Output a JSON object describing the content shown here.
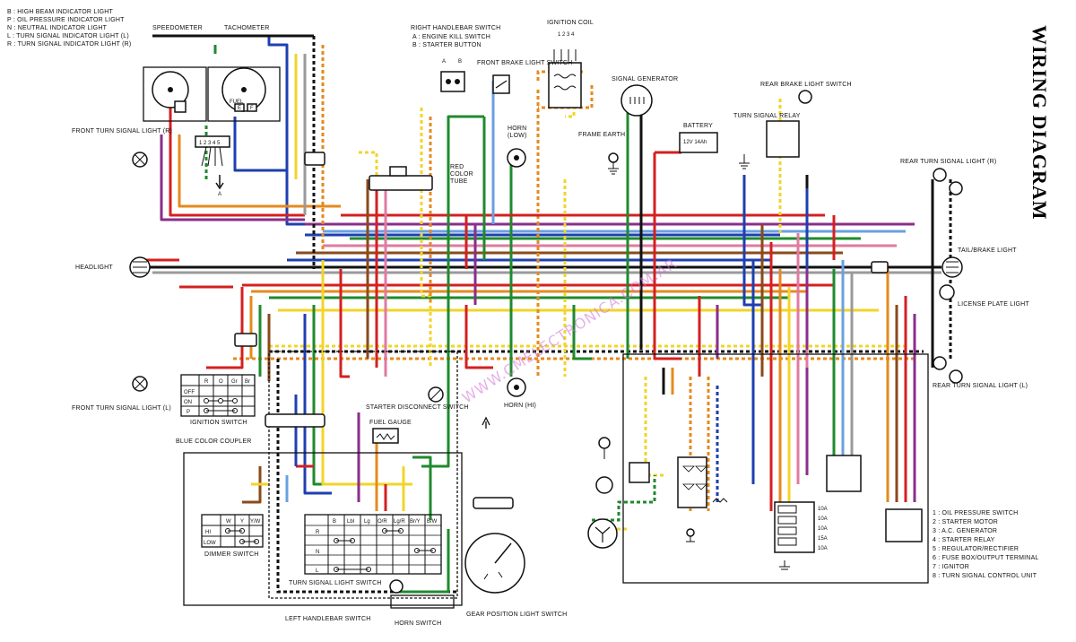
{
  "title": "WIRING DIAGRAM",
  "watermark": "WWW.CMELECTRONICA.COM.AR",
  "legend_top": [
    "B : HIGH BEAM INDICATOR LIGHT",
    "P : OIL PRESSURE INDICATOR LIGHT",
    "N : NEUTRAL INDICATOR LIGHT",
    "L : TURN SIGNAL INDICATOR LIGHT (L)",
    "R : TURN SIGNAL INDICATOR LIGHT (R)"
  ],
  "handlebar_legend": [
    "A : ENGINE KILL SWITCH",
    "B : STARTER BUTTON"
  ],
  "legend_bottom": [
    "1 : OIL PRESSURE SWITCH",
    "2 : STARTER MOTOR",
    "3 : A.C. GENERATOR",
    "4 : STARTER RELAY",
    "5 : REGULATOR/RECTIFIER",
    "6 : FUSE BOX/OUTPUT TERMINAL",
    "7 : IGNITOR",
    "8 : TURN SIGNAL CONTROL UNIT"
  ],
  "labels": {
    "speedometer": "SPEEDOMETER",
    "tachometer": "TACHOMETER",
    "right_handlebar_switch": "RIGHT HANDLEBAR SWITCH",
    "ignition_coil": "IGNITION COIL",
    "coil_pins": "1 2 3 4",
    "front_brake_light_switch": "FRONT BRAKE LIGHT SWITCH",
    "signal_generator": "SIGNAL GENERATOR",
    "rear_brake_light_switch": "REAR BRAKE LIGHT SWITCH",
    "turn_signal_relay": "TURN SIGNAL RELAY",
    "battery": "BATTERY",
    "battery_rating": "12V 14Ah",
    "frame_earth": "FRAME EARTH",
    "horn_low": "HORN",
    "horn_low_sub": "(LOW)",
    "red_color_tube": "RED",
    "red_color_tube_2": "COLOR",
    "red_color_tube_3": "TUBE",
    "front_turn_r": "FRONT TURN SIGNAL LIGHT (R)",
    "front_turn_l": "FRONT TURN SIGNAL LIGHT (L)",
    "rear_turn_r": "REAR TURN SIGNAL LIGHT (R)",
    "rear_turn_l": "REAR TURN SIGNAL LIGHT (L)",
    "headlight": "HEADLIGHT",
    "tail_brake_light": "TAIL/BRAKE LIGHT",
    "license_plate_light": "LICENSE PLATE LIGHT",
    "ignition_switch": "IGNITION SWITCH",
    "blue_color_coupler": "BLUE COLOR COUPLER",
    "starter_disconnect_switch": "STARTER DISCONNECT SWITCH",
    "fuel_gauge": "FUEL GAUGE",
    "horn_hi": "HORN (HI)",
    "dimmer_switch": "DIMMER SWITCH",
    "turn_signal_light_switch": "TURN SIGNAL LIGHT SWITCH",
    "left_handlebar_switch": "LEFT HANDLEBAR SWITCH",
    "horn_switch": "HORN SWITCH",
    "gear_position_light_switch": "GEAR POSITION LIGHT SWITCH",
    "fuel": "FUEL",
    "fuel_e": "E",
    "fuel_f": "F",
    "gauge_12345": "1 2 3 4 5",
    "handlebar_a": "A",
    "handlebar_b": "B",
    "arrow_a": "A"
  },
  "ignition_table": {
    "cols": [
      "R",
      "O",
      "Gr",
      "Br"
    ],
    "rows": [
      "OFF",
      "ON",
      "P"
    ]
  },
  "dimmer_table": {
    "cols": [
      "W",
      "Y",
      "Y/W"
    ],
    "rows": [
      "HI",
      "LOW"
    ]
  },
  "turn_table": {
    "cols": [
      "B",
      "Lbl",
      "Lg",
      "O/R",
      "Lg/R",
      "Br/Y",
      "B/W"
    ],
    "rows": [
      "R",
      "N",
      "L"
    ]
  },
  "fuses": [
    "10A",
    "10A",
    "10A",
    "15A",
    "10A"
  ],
  "wire_colors": {
    "red": "#d42020",
    "blue": "#1e3fb0",
    "green": "#1f8a2e",
    "yellow": "#f2d42a",
    "orange": "#e58a1e",
    "brown": "#8a4a1a",
    "purple": "#8a2e8a",
    "pink": "#e07aa0",
    "lightblue": "#6aa0e0",
    "black": "#111111",
    "gray": "#9a9a9a"
  }
}
